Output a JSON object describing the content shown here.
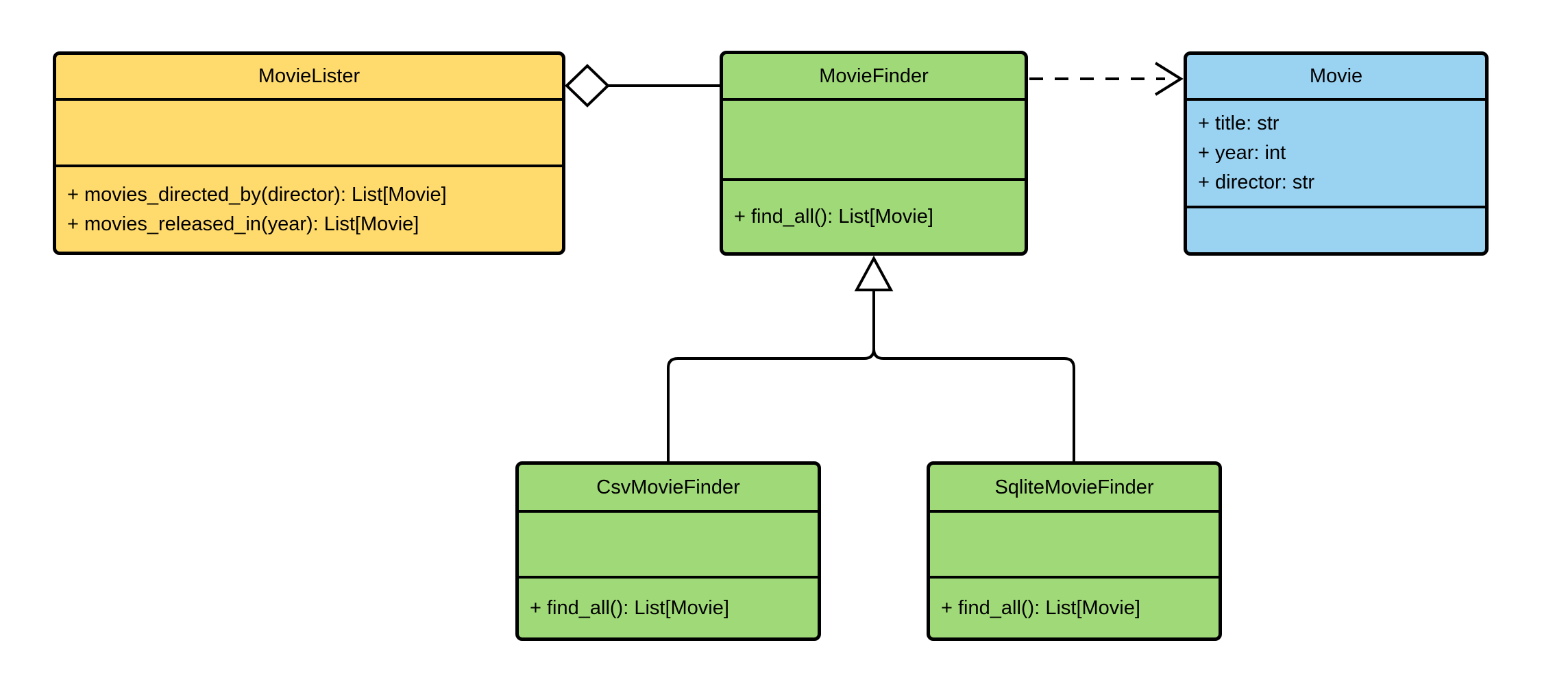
{
  "colors": {
    "background": "#FFFFFF",
    "outline": "#000000",
    "yellow_class_fill": "#FFDB6E",
    "green_class_fill": "#A0D977",
    "blue_class_fill": "#9AD2F2"
  },
  "classes": [
    {
      "name": "MovieLister",
      "fill": "yellow",
      "attributes": [],
      "methods": [
        "+ movies_directed_by(director): List[Movie]",
        "+ movies_released_in(year): List[Movie]"
      ]
    },
    {
      "name": "MovieFinder",
      "fill": "green",
      "attributes": [],
      "methods": [
        "+ find_all(): List[Movie]"
      ]
    },
    {
      "name": "Movie",
      "fill": "blue",
      "attributes": [
        "+ title: str",
        "+ year: int",
        "+ director: str"
      ],
      "methods": []
    },
    {
      "name": "CsvMovieFinder",
      "fill": "green",
      "attributes": [],
      "methods": [
        "+ find_all(): List[Movie]"
      ]
    },
    {
      "name": "SqliteMovieFinder",
      "fill": "green",
      "attributes": [],
      "methods": [
        "+ find_all(): List[Movie]"
      ]
    }
  ],
  "relationships": [
    {
      "type": "aggregation",
      "owner": "MovieLister",
      "part": "MovieFinder",
      "line": "solid",
      "marker": "hollow-diamond"
    },
    {
      "type": "dependency",
      "from": "MovieFinder",
      "to": "Movie",
      "line": "dashed",
      "marker": "open-arrow"
    },
    {
      "type": "inheritance",
      "child": "CsvMovieFinder",
      "parent": "MovieFinder",
      "line": "solid",
      "marker": "hollow-triangle"
    },
    {
      "type": "inheritance",
      "child": "SqliteMovieFinder",
      "parent": "MovieFinder",
      "line": "solid",
      "marker": "hollow-triangle"
    }
  ]
}
